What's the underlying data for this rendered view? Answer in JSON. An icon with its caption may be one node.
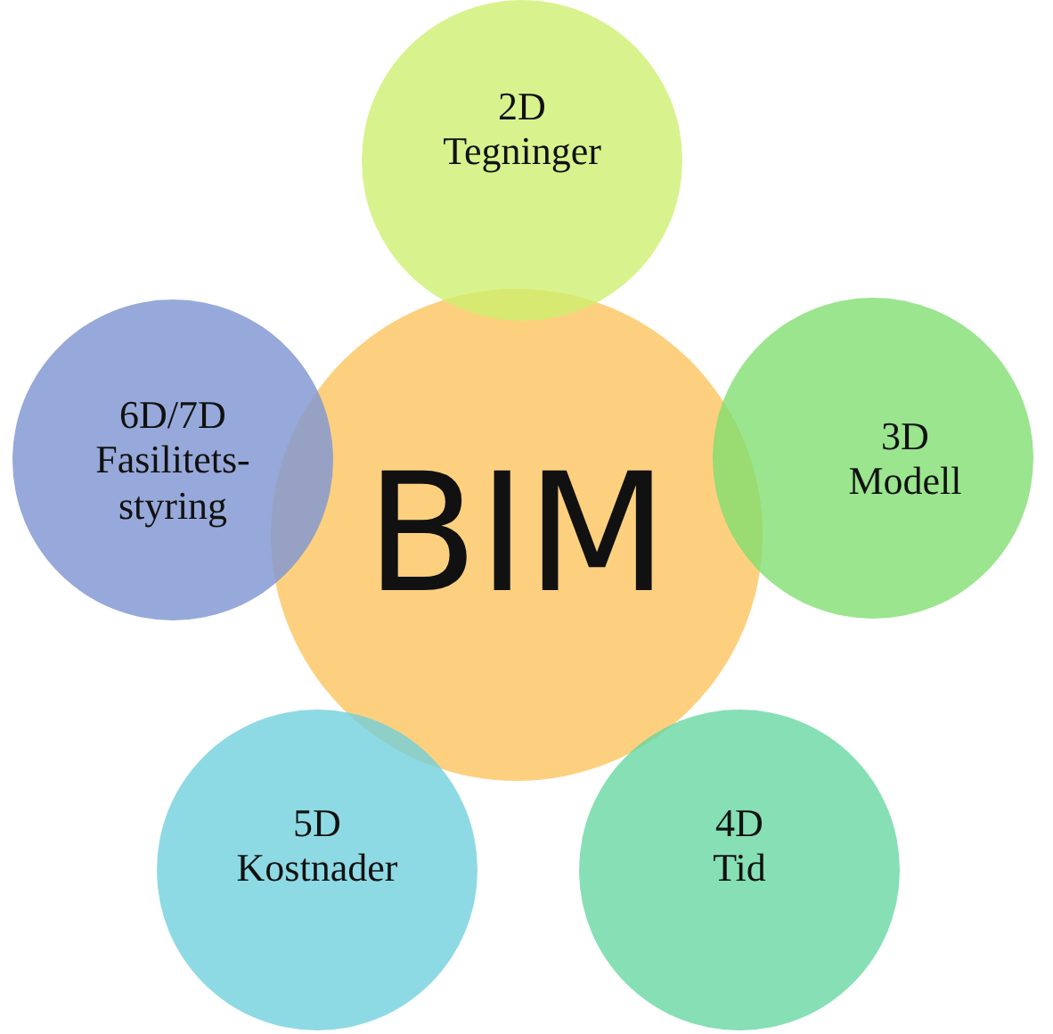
{
  "diagram": {
    "nodes": [
      {
        "text": [
          "BIM"
        ]
      },
      {
        "text": [
          "2D",
          "Tegninger"
        ]
      },
      {
        "text": [
          "3D",
          "Modell"
        ]
      },
      {
        "text": [
          "4D",
          "Tid"
        ]
      },
      {
        "text": [
          "5D",
          "Kostnader"
        ]
      },
      {
        "text": [
          "6D/7D",
          "Fasilitets-styring"
        ]
      }
    ]
  }
}
